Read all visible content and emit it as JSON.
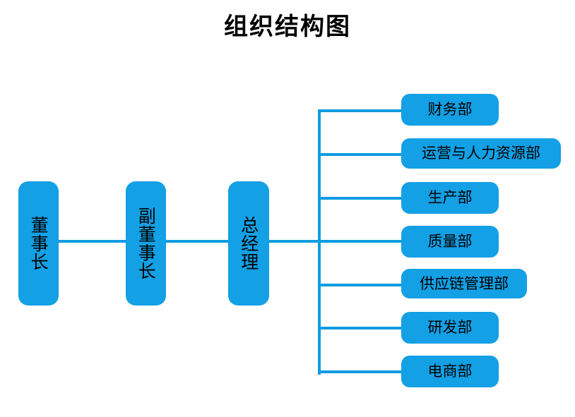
{
  "document": {
    "title": "组织结构图",
    "type": "organizational-chart"
  },
  "theme": {
    "node_fill": "#13a0e5",
    "connector_color": "#0d9ce0",
    "text_color": "#000000",
    "background": "#ffffff"
  },
  "chain": {
    "orientation": "vertical-text",
    "nodes": [
      {
        "id": "chairman",
        "label": "董事长"
      },
      {
        "id": "vice-chairman",
        "label": "副董事长"
      },
      {
        "id": "general-manager",
        "label": "总经理"
      }
    ]
  },
  "departments": {
    "parent": "总经理",
    "count": 7,
    "nodes": [
      {
        "id": "finance",
        "label": "财务部"
      },
      {
        "id": "operations-hr",
        "label": "运营与人力资源部"
      },
      {
        "id": "production",
        "label": "生产部"
      },
      {
        "id": "quality",
        "label": "质量部"
      },
      {
        "id": "supply-chain",
        "label": "供应链管理部"
      },
      {
        "id": "rnd",
        "label": "研发部"
      },
      {
        "id": "ecommerce",
        "label": "电商部"
      }
    ]
  }
}
